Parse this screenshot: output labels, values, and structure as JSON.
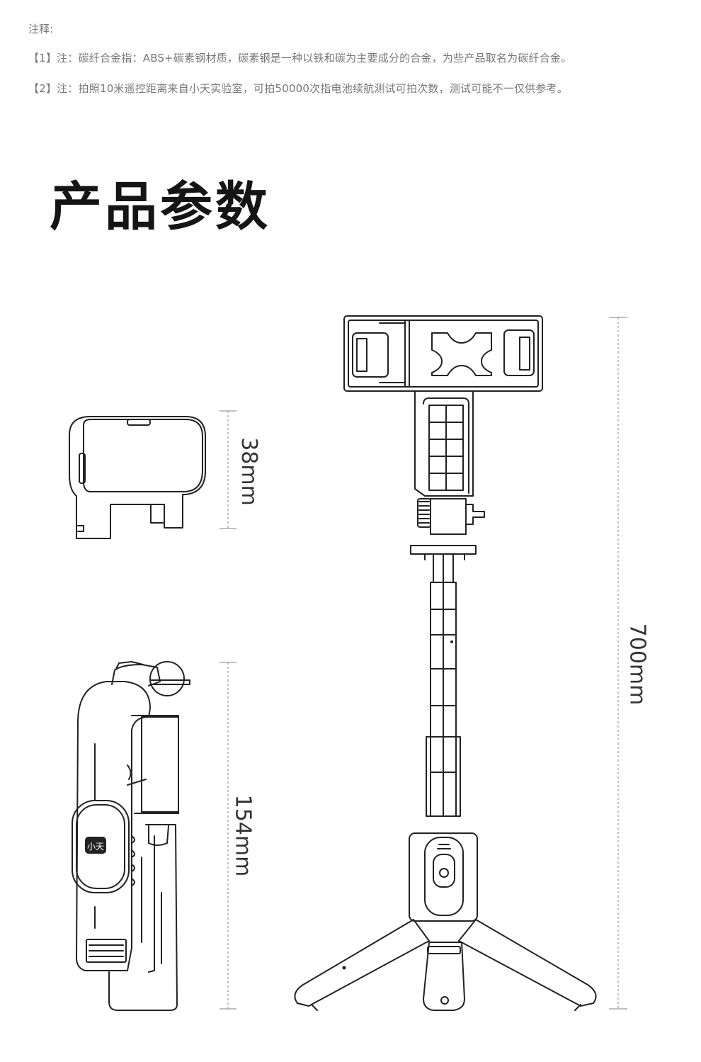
{
  "notes": {
    "heading": "注释:",
    "items": [
      "【1】注：碳纤合金指：ABS+碳素钢材质，碳素钢是一种以铁和碳为主要成分的合金，为些产品取名为碳纤合金。",
      "【2】注：拍照10米遥控距离来自小天实验室，可拍50000次指电池续航测试可拍次数，测试可能不一仅供参考。"
    ]
  },
  "title": "产品参数",
  "dimensions": {
    "remote_height": "38mm",
    "folded_height": "154mm",
    "extended_height": "700mm"
  },
  "brand_logo": "小天",
  "icons": {
    "remote": "remote-control-illustration",
    "folded": "folded-selfie-stick-illustration",
    "extended": "extended-tripod-illustration"
  },
  "colors": {
    "line": "#222222",
    "dim": "#999999",
    "text": "#777777"
  }
}
